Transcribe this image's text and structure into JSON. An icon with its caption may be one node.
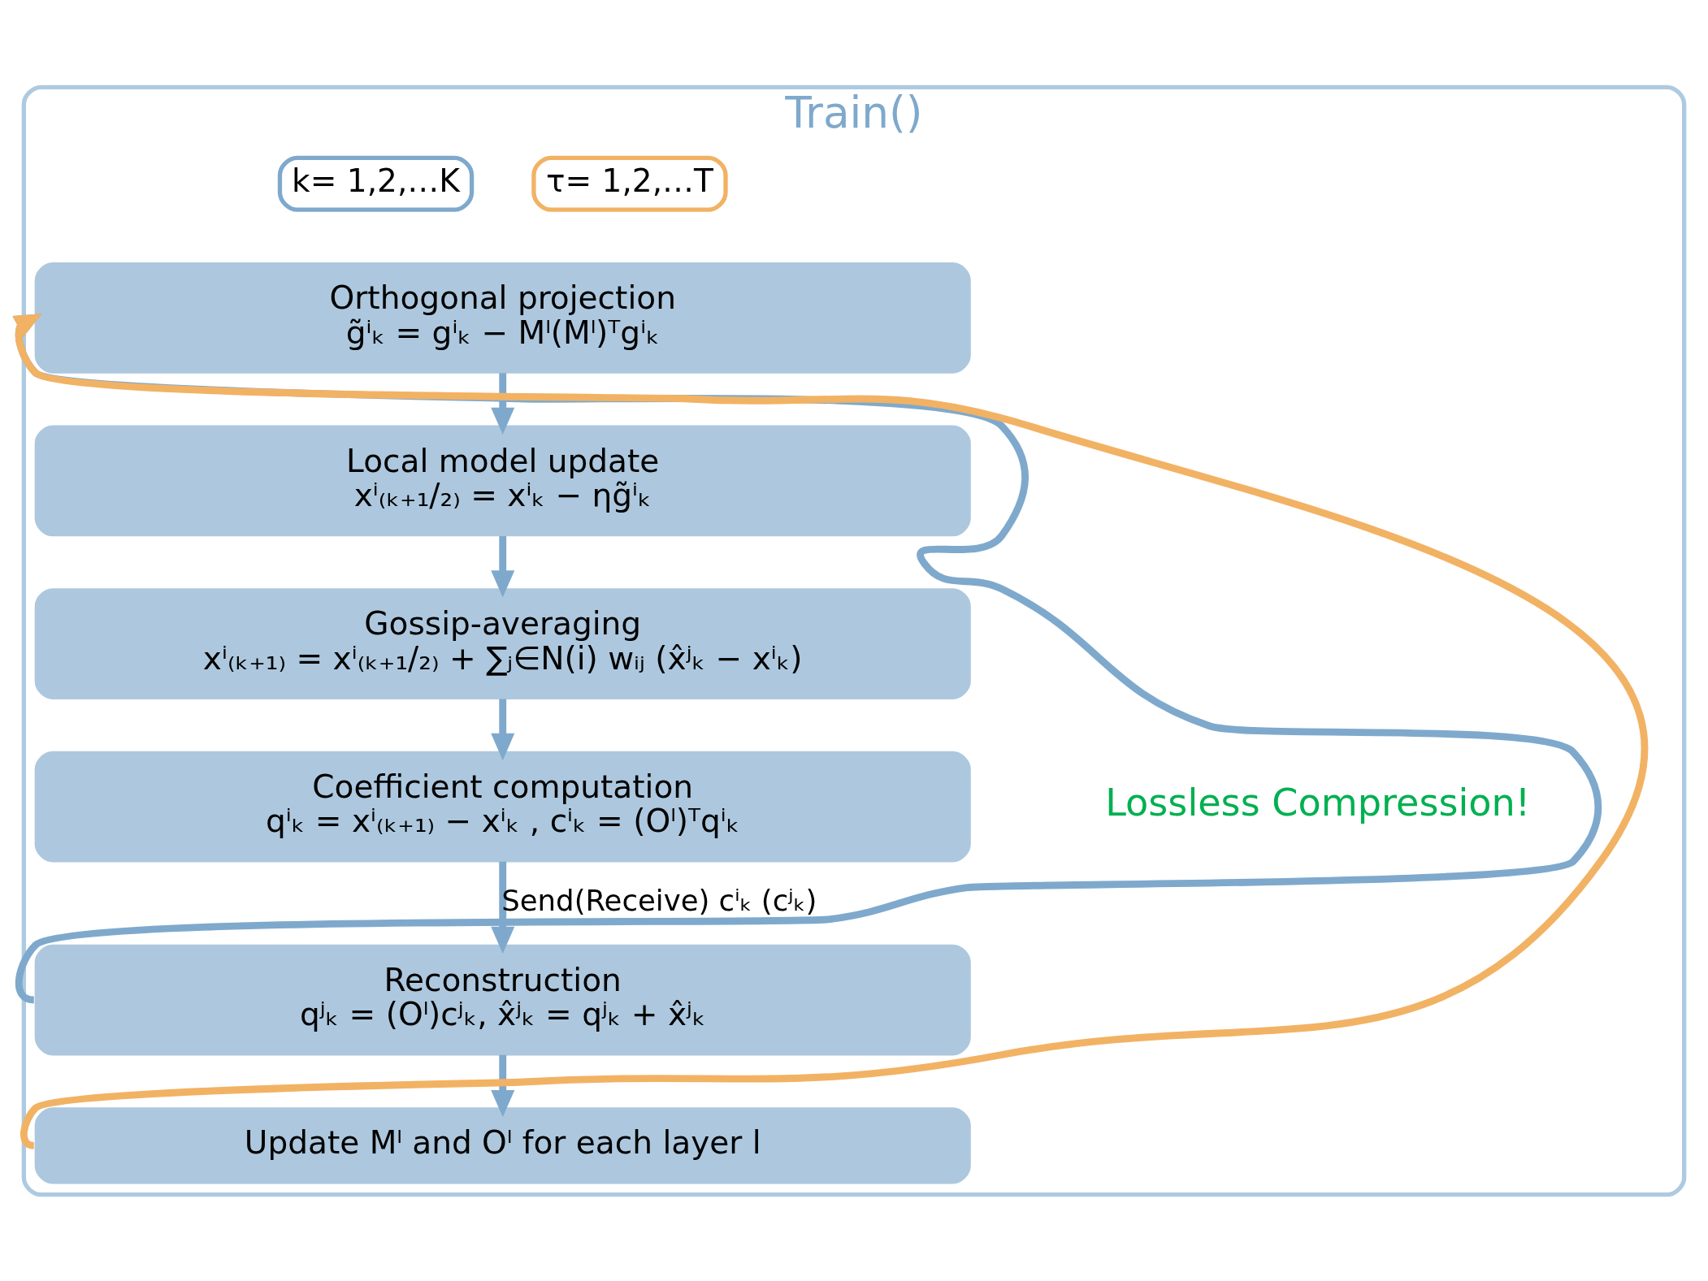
{
  "diagram": {
    "nodes": [
      {
        "text": [
          "Train()"
        ]
      },
      {
        "text": [
          "τ= 1,2,…T"
        ],
        "in": 0
      },
      {
        "text": [
          "k= 1,2,…K"
        ],
        "in": 0
      },
      {
        "text": [
          "Orthogonal projection",
          "g̃ⁱₖ = gⁱₖ − Mˡ(Mˡ)ᵀgⁱₖ"
        ],
        "in": 0
      },
      {
        "text": [
          "Local model update",
          "xⁱ₍ₖ₊₁/₂₎ = xⁱₖ − ηg̃ⁱₖ"
        ],
        "in": 0
      },
      {
        "text": [
          "Gossip-averaging",
          "xⁱ₍ₖ₊₁₎ = xⁱ₍ₖ₊₁/₂₎ + ∑ⱼ∈N(i) wᵢⱼ (x̂ʲₖ − xⁱₖ)"
        ],
        "in": 0
      },
      {
        "text": [
          "Coefficient computation",
          "qⁱₖ = xⁱ₍ₖ₊₁₎ − xⁱₖ , cⁱₖ = (Oˡ)ᵀqⁱₖ"
        ],
        "in": 0
      },
      {
        "text": [
          "Reconstruction",
          "qʲₖ = (Oˡ)cʲₖ, x̂ʲₖ = qʲₖ + x̂ʲₖ"
        ],
        "in": 0
      },
      {
        "text": [
          "Update Mˡ and Oˡ for each layer l"
        ],
        "in": 0
      }
    ],
    "edges": [
      {
        "from": 3,
        "to": 4,
        "arrow": "to"
      },
      {
        "from": 4,
        "to": 5,
        "arrow": "to"
      },
      {
        "from": 5,
        "to": 6,
        "arrow": "to"
      },
      {
        "from": 6,
        "to": 7,
        "arrow": "to",
        "label": "Send(Receive) cⁱₖ (cʲₖ)"
      },
      {
        "from": 7,
        "to": 8,
        "arrow": "to"
      },
      {
        "from": 7,
        "to": 3,
        "arrow": "to"
      },
      {
        "from": 8,
        "to": 3,
        "arrow": "to",
        "color": "#f2b264"
      }
    ],
    "labels": [
      "Lossless Compression!"
    ]
  }
}
